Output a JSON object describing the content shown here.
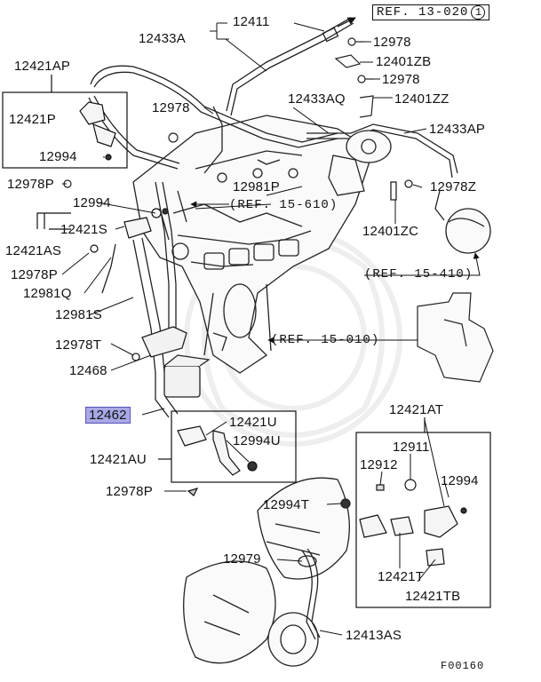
{
  "diagram": {
    "figure_code": "F00160",
    "highlighted_part": "12462",
    "refs": {
      "r13020": "REF. 13-020",
      "r13020_circle": "1",
      "r15610": "(REF. 15-610)",
      "r15410": "(REF. 15-410)",
      "r15010": "(REF. 15-010)"
    },
    "parts": {
      "p12411": "12411",
      "p12433A": "12433A",
      "p12978_a": "12978",
      "p12401ZB": "12401ZB",
      "p12978_b": "12978",
      "p12421AP": "12421AP",
      "p12433AQ": "12433AQ",
      "p12401ZZ": "12401ZZ",
      "p12421P": "12421P",
      "p12978_c": "12978",
      "p12433AP": "12433AP",
      "p12994_a": "12994",
      "p12978P_a": "12978P",
      "p12981P": "12981P",
      "p12978Z": "12978Z",
      "p12994_b": "12994",
      "p12421S": "12421S",
      "p12401ZC": "12401ZC",
      "p12421AS": "12421AS",
      "p12978P_b": "12978P",
      "p12981Q": "12981Q",
      "p12981S": "12981S",
      "p12978T": "12978T",
      "p12468": "12468",
      "p12462": "12462",
      "p12421AT": "12421AT",
      "p12421U": "12421U",
      "p12911": "12911",
      "p12994U": "12994U",
      "p12421AU": "12421AU",
      "p12912": "12912",
      "p12994_c": "12994",
      "p12978P_c": "12978P",
      "p12994T": "12994T",
      "p12979": "12979",
      "p12421T": "12421T",
      "p12421TB": "12421TB",
      "p12413AS": "12413AS"
    }
  }
}
